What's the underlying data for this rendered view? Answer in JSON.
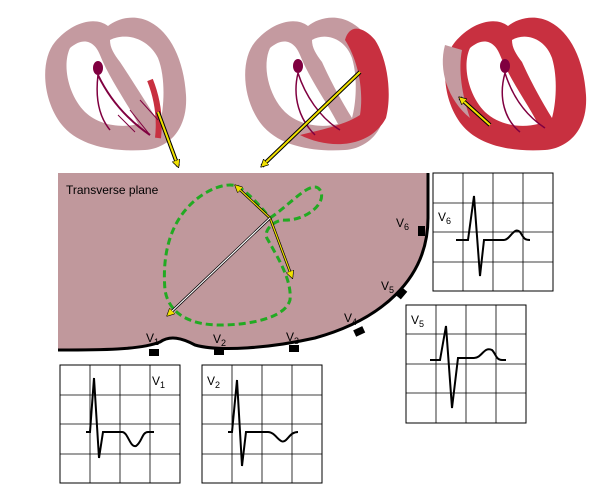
{
  "plane_label": "Transverse plane",
  "leads": {
    "v1": {
      "letter": "V",
      "sub": "1"
    },
    "v2": {
      "letter": "V",
      "sub": "2"
    },
    "v3": {
      "letter": "V",
      "sub": "3"
    },
    "v4": {
      "letter": "V",
      "sub": "4"
    },
    "v5": {
      "letter": "V",
      "sub": "5"
    },
    "v6": {
      "letter": "V",
      "sub": "6"
    }
  },
  "colors": {
    "thorax": "#c0989c",
    "heart_pale": "#c49aa0",
    "myocardium": "#c83040",
    "purkinje": "#800040",
    "vector_arrow": "#f0e000",
    "loop": "#22aa22",
    "ecg_grid": "#000000"
  },
  "icons": [
    "heart-early-activation",
    "heart-mid-activation",
    "heart-late-activation",
    "electrode"
  ]
}
